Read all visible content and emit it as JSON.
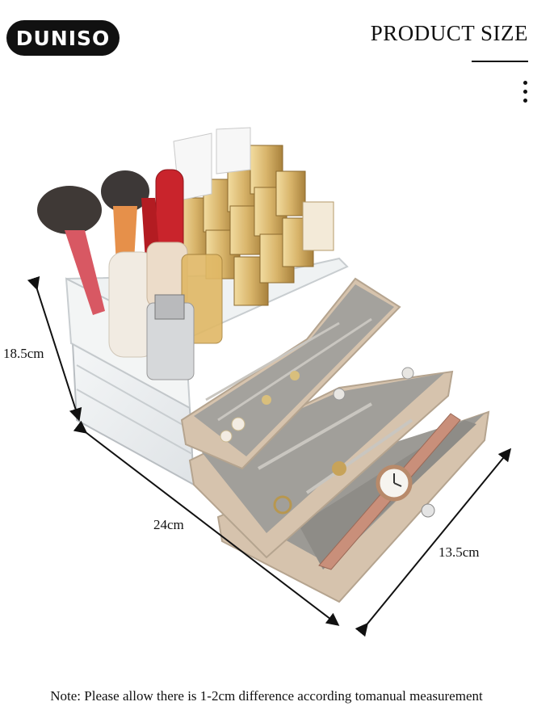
{
  "brand": {
    "name": "DUNISO"
  },
  "header": {
    "title": "PRODUCT SIZE"
  },
  "dimensions": {
    "height": "18.5cm",
    "width": "24cm",
    "depth": "13.5cm"
  },
  "note": "Note: Please allow there is 1-2cm difference according tomanual measurement",
  "icons": {
    "menu": "vertical-ellipsis-icon"
  },
  "colors": {
    "logo_bg": "#111111",
    "drawer_velvet": "#9c9a95",
    "drawer_front": "#d6c3ad",
    "lipstick_gold": "#d8b46a"
  }
}
